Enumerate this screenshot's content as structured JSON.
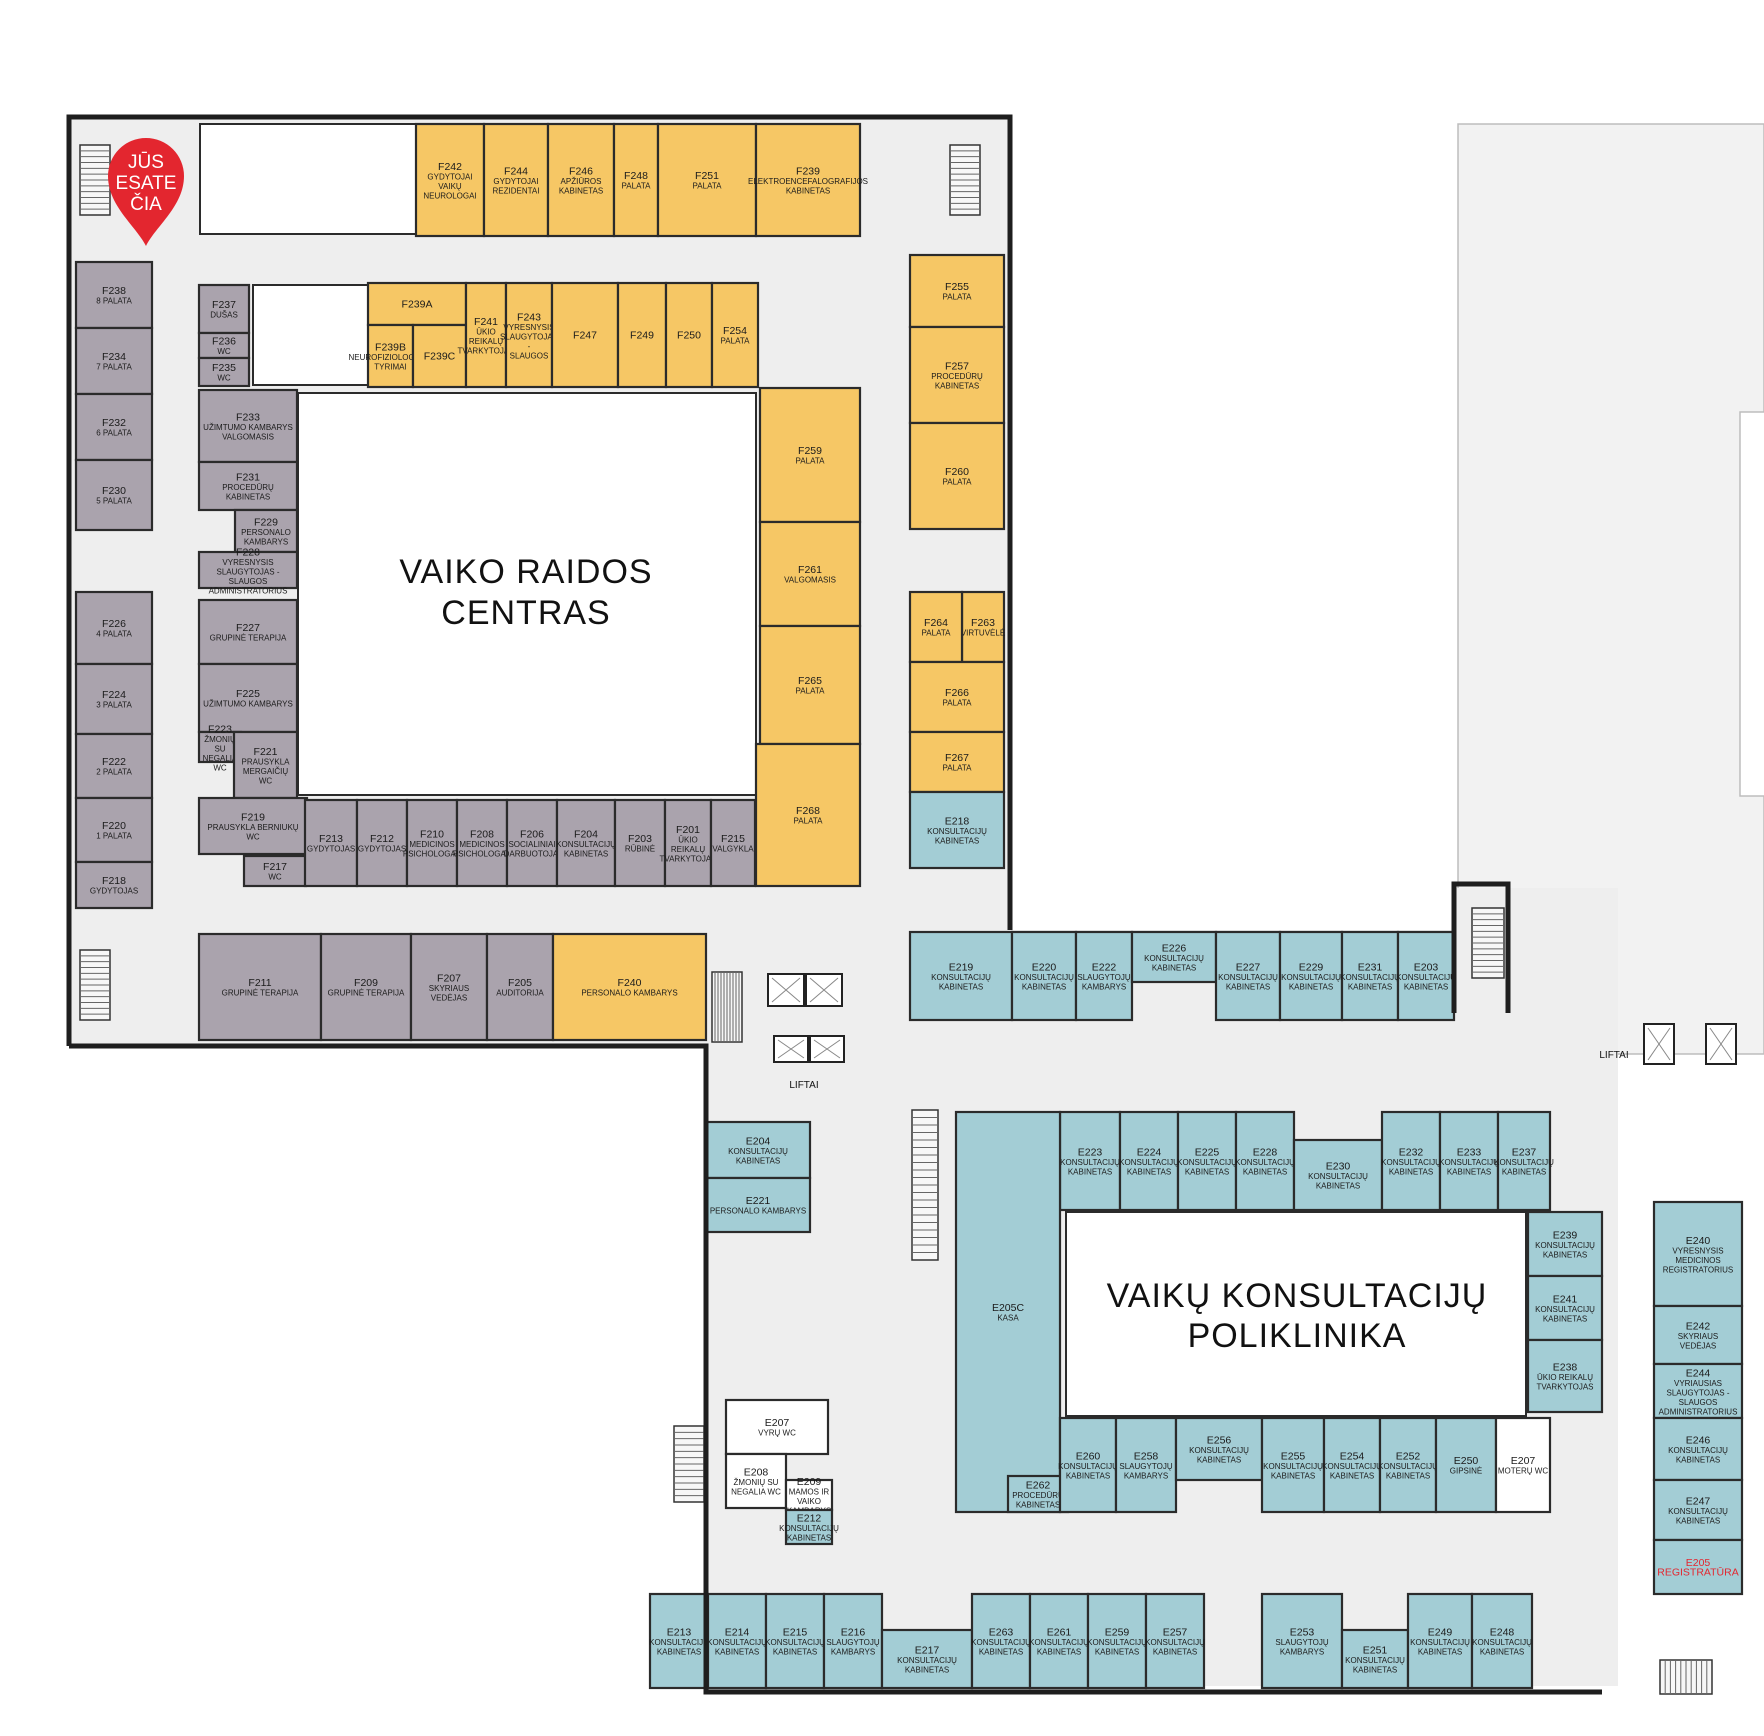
{
  "colors": {
    "purple": "#aaa3ad",
    "yellow": "#f6c765",
    "teal": "#a3cdd5",
    "corridor": "#eeeeee",
    "marker": "#e3262f",
    "accent_text": "#e3262f"
  },
  "areas": {
    "vrc": [
      "VAIKO RAIDOS",
      "CENTRAS"
    ],
    "vkp": [
      "VAIKŲ KONSULTACIJŲ",
      "POLIKLINIKA"
    ]
  },
  "marker": {
    "lines": [
      "JŪS",
      "ESATE",
      "ČIA"
    ]
  },
  "lifts": [
    "LIFTAI",
    "LIFTAI"
  ],
  "rooms": [
    {
      "id": "F238",
      "label": "8 PALATA",
      "c": "purple"
    },
    {
      "id": "F234",
      "label": "7 PALATA",
      "c": "purple"
    },
    {
      "id": "F232",
      "label": "6 PALATA",
      "c": "purple"
    },
    {
      "id": "F230",
      "label": "5 PALATA",
      "c": "purple"
    },
    {
      "id": "F226",
      "label": "4 PALATA",
      "c": "purple"
    },
    {
      "id": "F224",
      "label": "3 PALATA",
      "c": "purple"
    },
    {
      "id": "F222",
      "label": "2 PALATA",
      "c": "purple"
    },
    {
      "id": "F220",
      "label": "1 PALATA",
      "c": "purple"
    },
    {
      "id": "F218",
      "label": "GYDYTOJAS",
      "c": "purple"
    },
    {
      "id": "F237",
      "label": "DUŠAS",
      "c": "purple"
    },
    {
      "id": "F236",
      "label": "WC",
      "c": "purple"
    },
    {
      "id": "F235",
      "label": "WC",
      "c": "purple"
    },
    {
      "id": "F233",
      "label": "UŽIMTUMO KAMBARYS VALGOMASIS",
      "c": "purple"
    },
    {
      "id": "F231",
      "label": "PROCEDŪRŲ KABINETAS",
      "c": "purple"
    },
    {
      "id": "F229",
      "label": "PERSONALO KAMBARYS",
      "c": "purple"
    },
    {
      "id": "F228",
      "label": "VYRESNYSIS SLAUGYTOJAS - SLAUGOS ADMINISTRATORIUS",
      "c": "purple"
    },
    {
      "id": "F227",
      "label": "GRUPINĖ TERAPIJA",
      "c": "purple"
    },
    {
      "id": "F225",
      "label": "UŽIMTUMO KAMBARYS",
      "c": "purple"
    },
    {
      "id": "F223",
      "label": "ŽMONIŲ SU NEGALIA WC",
      "c": "purple"
    },
    {
      "id": "F221",
      "label": "PRAUSYKLA MERGAIČIŲ WC",
      "c": "purple"
    },
    {
      "id": "F219",
      "label": "PRAUSYKLA BERNIUKŲ WC",
      "c": "purple"
    },
    {
      "id": "F217",
      "label": "WC",
      "c": "purple"
    },
    {
      "id": "F213",
      "label": "GYDYTOJAS",
      "c": "purple"
    },
    {
      "id": "F212",
      "label": "GYDYTOJAS",
      "c": "purple"
    },
    {
      "id": "F210",
      "label": "MEDICINOS PSICHOLOGAS",
      "c": "purple"
    },
    {
      "id": "F208",
      "label": "MEDICINOS PSICHOLOGAS",
      "c": "purple"
    },
    {
      "id": "F206",
      "label": "SOCIALINIAI DARBUOTOJAI",
      "c": "purple"
    },
    {
      "id": "F204",
      "label": "KONSULTACIJŲ KABINETAS",
      "c": "purple"
    },
    {
      "id": "F203",
      "label": "RŪBINĖ",
      "c": "purple"
    },
    {
      "id": "F201",
      "label": "ŪKIO REIKALŲ TVARKYTOJAS",
      "c": "purple"
    },
    {
      "id": "F215",
      "label": "VALGYKLA",
      "c": "purple"
    },
    {
      "id": "F211",
      "label": "GRUPINĖ TERAPIJA",
      "c": "purple"
    },
    {
      "id": "F209",
      "label": "GRUPINĖ TERAPIJA",
      "c": "purple"
    },
    {
      "id": "F207",
      "label": "SKYRIAUS VEDĖJAS",
      "c": "purple"
    },
    {
      "id": "F205",
      "label": "AUDITORIJA",
      "c": "purple"
    },
    {
      "id": "F240",
      "label": "PERSONALO KAMBARYS",
      "c": "yellow"
    },
    {
      "id": "F242",
      "label": "GYDYTOJAI VAIKŲ NEUROLOGAI",
      "c": "yellow"
    },
    {
      "id": "F244",
      "label": "GYDYTOJAI REZIDENTAI",
      "c": "yellow"
    },
    {
      "id": "F246",
      "label": "APŽIŪROS KABINETAS",
      "c": "yellow"
    },
    {
      "id": "F248",
      "label": "PALATA",
      "c": "yellow"
    },
    {
      "id": "F251",
      "label": "PALATA",
      "c": "yellow"
    },
    {
      "id": "F239",
      "label": "ELEKTROENCEFALOGRAFIJOS KABINETAS",
      "c": "yellow"
    },
    {
      "id": "F239A",
      "label": "",
      "c": "yellow"
    },
    {
      "id": "F239B",
      "label": "NEUROFIZIOLOGINIAI TYRIMAI",
      "c": "yellow"
    },
    {
      "id": "F239C",
      "label": "",
      "c": "yellow"
    },
    {
      "id": "F241",
      "label": "ŪKIO REIKALŲ TVARKYTOJAS",
      "c": "yellow"
    },
    {
      "id": "F243",
      "label": "VYRESNYSIS SLAUGYTOJAS - SLAUGOS ADMINISTRATORIUS",
      "c": "yellow"
    },
    {
      "id": "F247",
      "label": "",
      "c": "yellow"
    },
    {
      "id": "F249",
      "label": "",
      "c": "yellow"
    },
    {
      "id": "F250",
      "label": "",
      "c": "yellow"
    },
    {
      "id": "F254",
      "label": "PALATA",
      "c": "yellow"
    },
    {
      "id": "F255",
      "label": "PALATA",
      "c": "yellow"
    },
    {
      "id": "F257",
      "label": "PROCEDŪRŲ KABINETAS",
      "c": "yellow"
    },
    {
      "id": "F259",
      "label": "PALATA",
      "c": "yellow"
    },
    {
      "id": "F260",
      "label": "PALATA",
      "c": "yellow"
    },
    {
      "id": "F261",
      "label": "VALGOMASIS",
      "c": "yellow"
    },
    {
      "id": "F263",
      "label": "VIRTUVĖLĖ",
      "c": "yellow"
    },
    {
      "id": "F264",
      "label": "PALATA",
      "c": "yellow"
    },
    {
      "id": "F265",
      "label": "PALATA",
      "c": "yellow"
    },
    {
      "id": "F266",
      "label": "PALATA",
      "c": "yellow"
    },
    {
      "id": "F267",
      "label": "PALATA",
      "c": "yellow"
    },
    {
      "id": "F268",
      "label": "PALATA",
      "c": "yellow"
    },
    {
      "id": "E218",
      "label": "KONSULTACIJŲ KABINETAS",
      "c": "teal"
    },
    {
      "id": "E219",
      "label": "KONSULTACIJŲ KABINETAS",
      "c": "teal"
    },
    {
      "id": "E220",
      "label": "KONSULTACIJŲ KABINETAS",
      "c": "teal"
    },
    {
      "id": "E222",
      "label": "SLAUGYTOJŲ KAMBARYS",
      "c": "teal"
    },
    {
      "id": "E226",
      "label": "KONSULTACIJŲ KABINETAS",
      "c": "teal"
    },
    {
      "id": "E227",
      "label": "KONSULTACIJŲ KABINETAS",
      "c": "teal"
    },
    {
      "id": "E229",
      "label": "KONSULTACIJŲ KABINETAS",
      "c": "teal"
    },
    {
      "id": "E231",
      "label": "KONSULTACIJŲ KABINETAS",
      "c": "teal"
    },
    {
      "id": "E203",
      "label": "KONSULTACIJŲ KABINETAS",
      "c": "teal"
    },
    {
      "id": "E204",
      "label": "KONSULTACIJŲ KABINETAS",
      "c": "teal"
    },
    {
      "id": "E221",
      "label": "PERSONALO KAMBARYS",
      "c": "teal"
    },
    {
      "id": "E223",
      "label": "KONSULTACIJŲ KABINETAS",
      "c": "teal"
    },
    {
      "id": "E224",
      "label": "KONSULTACIJŲ KABINETAS",
      "c": "teal"
    },
    {
      "id": "E225",
      "label": "KONSULTACIJŲ KABINETAS",
      "c": "teal"
    },
    {
      "id": "E228",
      "label": "KONSULTACIJŲ KABINETAS",
      "c": "teal"
    },
    {
      "id": "E230",
      "label": "KONSULTACIJŲ KABINETAS",
      "c": "teal"
    },
    {
      "id": "E232",
      "label": "KONSULTACIJŲ KABINETAS",
      "c": "teal"
    },
    {
      "id": "E233",
      "label": "KONSULTACIJŲ KABINETAS",
      "c": "teal"
    },
    {
      "id": "E237",
      "label": "KONSULTACIJŲ KABINETAS",
      "c": "teal"
    },
    {
      "id": "E239",
      "label": "KONSULTACIJŲ KABINETAS",
      "c": "teal"
    },
    {
      "id": "E241",
      "label": "KONSULTACIJŲ KABINETAS",
      "c": "teal"
    },
    {
      "id": "E238",
      "label": "ŪKIO REIKALŲ TVARKYTOJAS",
      "c": "teal"
    },
    {
      "id": "E240",
      "label": "VYRESNYSIS MEDICINOS REGISTRATORIUS",
      "c": "teal"
    },
    {
      "id": "E242",
      "label": "SKYRIAUS VEDĖJAS",
      "c": "teal"
    },
    {
      "id": "E244",
      "label": "VYRIAUSIAS SLAUGYTOJAS - SLAUGOS ADMINISTRATORIUS",
      "c": "teal"
    },
    {
      "id": "E246",
      "label": "KONSULTACIJŲ KABINETAS",
      "c": "teal"
    },
    {
      "id": "E247",
      "label": "KONSULTACIJŲ KABINETAS",
      "c": "teal"
    },
    {
      "id": "E205",
      "label": "REGISTRATŪRA",
      "c": "teal",
      "accent": true
    },
    {
      "id": "E205C",
      "label": "KASA",
      "c": "teal"
    },
    {
      "id": "E262",
      "label": "PROCEDŪRŲ KABINETAS",
      "c": "teal"
    },
    {
      "id": "E260",
      "label": "KONSULTACIJŲ KABINETAS",
      "c": "teal"
    },
    {
      "id": "E258",
      "label": "SLAUGYTOJŲ KAMBARYS",
      "c": "teal"
    },
    {
      "id": "E256",
      "label": "KONSULTACIJŲ KABINETAS",
      "c": "teal"
    },
    {
      "id": "E255",
      "label": "KONSULTACIJŲ KABINETAS",
      "c": "teal"
    },
    {
      "id": "E254",
      "label": "KONSULTACIJŲ KABINETAS",
      "c": "teal"
    },
    {
      "id": "E252",
      "label": "KONSULTACIJŲ KABINETAS",
      "c": "teal"
    },
    {
      "id": "E250",
      "label": "GIPSINĖ",
      "c": "teal"
    },
    {
      "id": "E207",
      "label": "MOTERŲ WC",
      "c": "white"
    },
    {
      "id": "E207",
      "label": "VYRŲ WC",
      "c": "white"
    },
    {
      "id": "E208",
      "label": "ŽMONIŲ SU NEGALIA WC",
      "c": "white"
    },
    {
      "id": "E209",
      "label": "MAMOS IR VAIKO KAMBARYS",
      "c": "white"
    },
    {
      "id": "E212",
      "label": "KONSULTACIJŲ KABINETAS",
      "c": "teal"
    },
    {
      "id": "E213",
      "label": "KONSULTACIJŲ KABINETAS",
      "c": "teal"
    },
    {
      "id": "E214",
      "label": "KONSULTACIJŲ KABINETAS",
      "c": "teal"
    },
    {
      "id": "E215",
      "label": "KONSULTACIJŲ KABINETAS",
      "c": "teal"
    },
    {
      "id": "E216",
      "label": "SLAUGYTOJŲ KAMBARYS",
      "c": "teal"
    },
    {
      "id": "E217",
      "label": "KONSULTACIJŲ KABINETAS",
      "c": "teal"
    },
    {
      "id": "E263",
      "label": "KONSULTACIJŲ KABINETAS",
      "c": "teal"
    },
    {
      "id": "E261",
      "label": "KONSULTACIJŲ KABINETAS",
      "c": "teal"
    },
    {
      "id": "E259",
      "label": "KONSULTACIJŲ KABINETAS",
      "c": "teal"
    },
    {
      "id": "E257",
      "label": "KONSULTACIJŲ KABINETAS",
      "c": "teal"
    },
    {
      "id": "E253",
      "label": "SLAUGYTOJŲ KAMBARYS",
      "c": "teal"
    },
    {
      "id": "E251",
      "label": "KONSULTACIJŲ KABINETAS",
      "c": "teal"
    },
    {
      "id": "E249",
      "label": "KONSULTACIJŲ KABINETAS",
      "c": "teal"
    },
    {
      "id": "E248",
      "label": "KONSULTACIJŲ KABINETAS",
      "c": "teal"
    }
  ]
}
